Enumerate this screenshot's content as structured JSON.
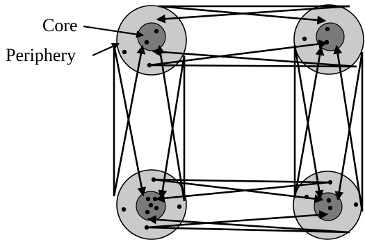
{
  "labels": {
    "core": "Core",
    "periphery": "Periphery"
  },
  "colors": {
    "periphery_fill": "#cacaca",
    "core_fill": "#7a7a7a",
    "stroke": "#000000",
    "node": "#000000"
  },
  "nodes": [
    {
      "id": "top-left",
      "core_nodes": 2,
      "periphery_nodes": 2
    },
    {
      "id": "top-right",
      "core_nodes": 2,
      "periphery_nodes": 1
    },
    {
      "id": "bottom-left",
      "core_nodes": 5,
      "periphery_nodes": 4
    },
    {
      "id": "bottom-right",
      "core_nodes": 2,
      "periphery_nodes": 3
    }
  ]
}
